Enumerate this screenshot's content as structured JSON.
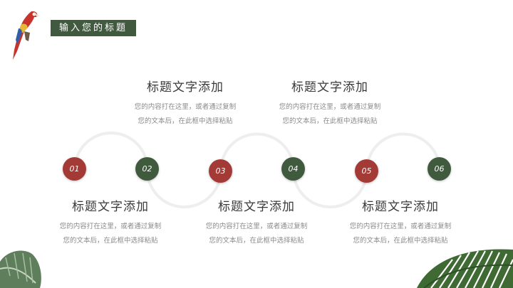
{
  "header": {
    "title": "输入您的标题"
  },
  "colors": {
    "red": "#a33a35",
    "green": "#405a3e",
    "title_bg": "#415a3f",
    "wave": "#eeeeee"
  },
  "items": [
    {
      "number": "01",
      "title": "标题文字添加",
      "line1": "您的内容打在这里，或者通过复制",
      "line2": "您的文本后，在此框中选择粘贴"
    },
    {
      "number": "02",
      "title": "标题文字添加",
      "line1": "您的内容打在这里，或者通过复制",
      "line2": "您的文本后，在此框中选择粘贴"
    },
    {
      "number": "03",
      "title": "标题文字添加",
      "line1": "您的内容打在这里，或者通过复制",
      "line2": "您的文本后，在此框中选择粘贴"
    },
    {
      "number": "04",
      "title": "标题文字添加",
      "line1": "您的内容打在这里，或者通过复制",
      "line2": "您的文本后，在此框中选择粘贴"
    },
    {
      "number": "05",
      "title": "标题文字添加",
      "line1": "您的内容打在这里，或者通过复制",
      "line2": "您的文本后，在此框中选择粘贴"
    },
    {
      "number": "06"
    }
  ]
}
